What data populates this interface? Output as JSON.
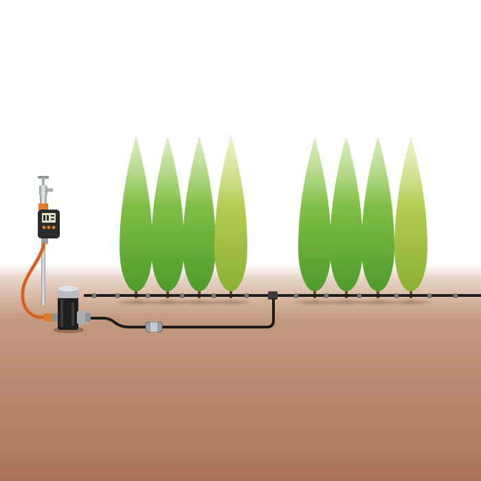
{
  "scene": {
    "description_type": "illustration",
    "colors": {
      "sky": "#ffffff",
      "soil_light": "#c89c7e",
      "soil_dark": "#a9745a",
      "pipe": "#1c1c1c",
      "hose": "#e06a2a",
      "faucet_metal": "#c9cdd1",
      "timer_display": "#d8e6c8",
      "tree_light": "#c8dc6a",
      "tree_mid": "#86c14c",
      "tree_dark": "#5ea23a"
    },
    "tree_groups": [
      {
        "name": "left-row",
        "count": 4
      },
      {
        "name": "right-row",
        "count": 4
      }
    ],
    "icons": {
      "faucet": "faucet-icon",
      "water_timer": "water-timer-icon",
      "filter_unit": "pressure-reducer-icon",
      "drip_emitter": "drip-emitter-icon",
      "t_connector": "t-connector-icon"
    }
  }
}
